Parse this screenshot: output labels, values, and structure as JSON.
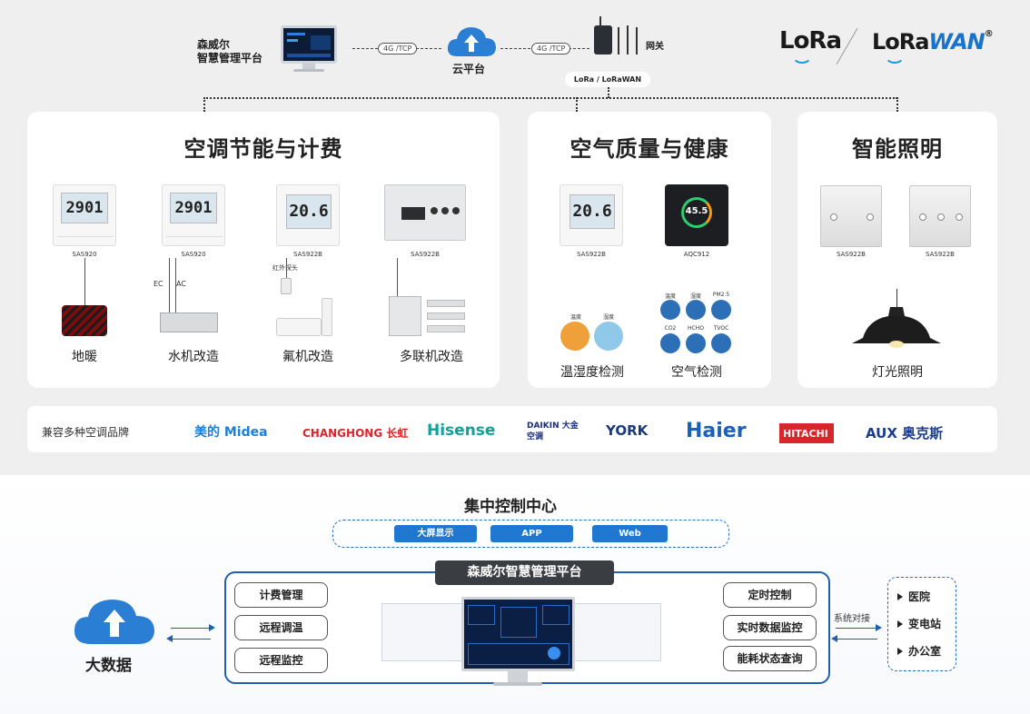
{
  "header": {
    "platform_label": "森威尔\n智慧管理平台",
    "link_protocol_left": "4G /TCP",
    "link_protocol_right": "4G /TCP",
    "cloud_label": "云平台",
    "gateway_label": "网关",
    "mini_lora": "LoRa / LoRaWAN",
    "logo_lora": "LoRa",
    "logo_lorawan_a": "LoRa",
    "logo_lorawan_b": "WAN",
    "logo_reg": "®"
  },
  "hvac": {
    "title": "空调节能与计费",
    "devices": [
      {
        "screen": "2901",
        "model": "SAS920",
        "label": "地暖"
      },
      {
        "screen": "2901",
        "model": "SAS920",
        "label": "水机改造"
      },
      {
        "screen": "20.6",
        "model": "SAS922B",
        "label": "氟机改造"
      },
      {
        "screen": "",
        "model": "SAS922B",
        "label": "多联机改造"
      }
    ],
    "ec": "EC",
    "ac": "AC",
    "ir_probe": "红外探头"
  },
  "air": {
    "title": "空气质量与健康",
    "devices": [
      {
        "screen": "20.6",
        "model": "SAS922B"
      },
      {
        "screen": "45.5",
        "model": "AQC912"
      }
    ],
    "temp_humidity_icons": [
      "温度",
      "湿度"
    ],
    "air_icons": [
      "温度",
      "湿度",
      "PM2.5",
      "CO2",
      "HCHO",
      "TVOC"
    ],
    "label_left": "温湿度检测",
    "label_right": "空气检测"
  },
  "lighting": {
    "title": "智能照明",
    "switches": [
      {
        "model": "SAS922B"
      },
      {
        "model": "SAS922B"
      }
    ],
    "label": "灯光照明"
  },
  "brands": {
    "title": "兼容多种空调品牌",
    "items": [
      {
        "name": "美的 Midea",
        "color": "#1e7fd6"
      },
      {
        "name": "CHANGHONG 长虹",
        "color": "#d9262c"
      },
      {
        "name": "Hisense",
        "color": "#12a19a"
      },
      {
        "name": "DAIKIN 大金空调",
        "color": "#1a2f7a"
      },
      {
        "name": "YORK",
        "color": "#1b3a7a"
      },
      {
        "name": "Haier",
        "color": "#1c61b8"
      },
      {
        "name": "HITACHI",
        "color": "#ffffff"
      },
      {
        "name": "AUX 奥克斯",
        "color": "#1a3d8f"
      }
    ]
  },
  "control_center": {
    "title": "集中控制中心",
    "channels": [
      "大屏显示",
      "APP",
      "Web"
    ]
  },
  "platform": {
    "title": "森威尔智慧管理平台",
    "left_features": [
      "计费管理",
      "远程调温",
      "远程监控"
    ],
    "right_features": [
      "定时控制",
      "实时数据监控",
      "能耗状态查询"
    ]
  },
  "bigdata": {
    "label": "大数据"
  },
  "interface": {
    "label": "系统对接"
  },
  "destinations": [
    "医院",
    "变电站",
    "办公室"
  ],
  "colors": {
    "accent": "#1f5fae",
    "pill_blue": "#1f77d0",
    "cloud_blue": "#2a7fd4"
  }
}
